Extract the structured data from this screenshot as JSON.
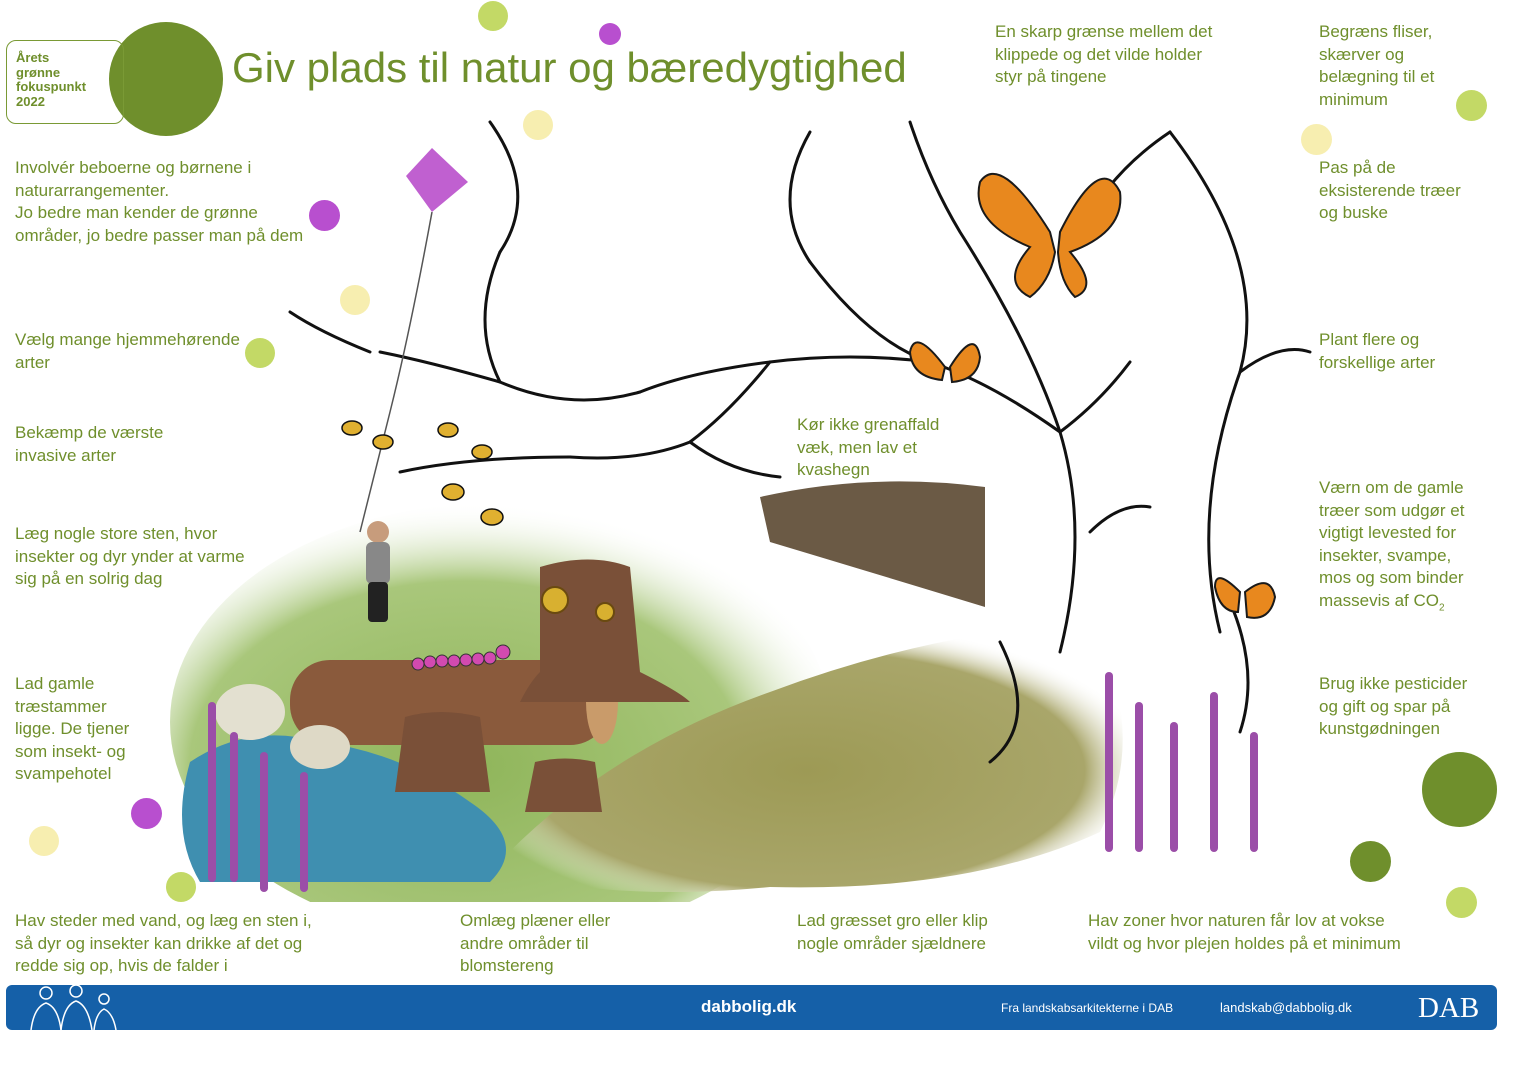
{
  "badge": {
    "lines": [
      "Årets",
      "grønne",
      "fokuspunkt",
      "2022"
    ]
  },
  "title": "Giv plads til natur og bæredygtighed",
  "tips": {
    "involver": [
      "Involvér beboerne og børnene i",
      "naturarrangementer.",
      "Jo bedre man kender de grønne",
      "områder, jo bedre passer man på dem"
    ],
    "arter": [
      "Vælg mange hjemmehørende",
      "arter"
    ],
    "invasive": [
      "Bekæmp de værste",
      "invasive arter"
    ],
    "sten": [
      "Læg nogle store sten, hvor",
      "insekter og dyr ynder at varme",
      "sig på en solrig dag"
    ],
    "traestammer": [
      "Lad gamle",
      "træstammer",
      "ligge. De tjener",
      "som insekt- og",
      "svampehotel"
    ],
    "vand": [
      "Hav steder med vand, og læg en sten i,",
      "så dyr og insekter kan drikke af det og",
      "redde sig op, hvis de falder i"
    ],
    "blomstereng": [
      "Omlæg plæner eller",
      "andre områder til",
      "blomstereng"
    ],
    "graesset": [
      "Lad græsset gro eller klip",
      "nogle områder sjældnere"
    ],
    "zoner": [
      "Hav zoner hvor naturen får lov at vokse",
      "vildt og hvor plejen holdes på et minimum"
    ],
    "grenaffald": [
      "Kør ikke grenaffald",
      "væk, men lav et",
      "kvashegn"
    ],
    "graense": [
      "En skarp grænse mellem det",
      "klippede og det vilde holder",
      "styr på tingene"
    ],
    "fliser": [
      "Begræns fliser,",
      "skærver og",
      "belægning til et",
      "minimum"
    ],
    "traeer": [
      "Pas på de",
      "eksisterende træer",
      "og buske"
    ],
    "plant": [
      "Plant flere og",
      "forskellige arter"
    ],
    "gamle_traeer": [
      "Værn om de gamle",
      "træer som udgør et",
      "vigtigt levested for",
      "insekter, svampe,",
      "mos og som binder",
      "massevis af CO"
    ],
    "gamle_traeer_sub": "2",
    "pesticider": [
      "Brug ikke pesticider",
      "og gift og spar på",
      "kunstgødningen"
    ]
  },
  "footer": {
    "site": "dabbolig.dk",
    "architects": "Fra landskabsarkitekterne i DAB",
    "email": "landskab@dabbolig.dk",
    "logo": "DAB"
  },
  "colors": {
    "text_green": "#6f8f2c",
    "dark_green": "#6f8f2c",
    "light_green": "#c3d966",
    "purple": "#b84fcf",
    "pale_yellow": "#f7eeb0",
    "footer_blue": "#1560a8"
  }
}
